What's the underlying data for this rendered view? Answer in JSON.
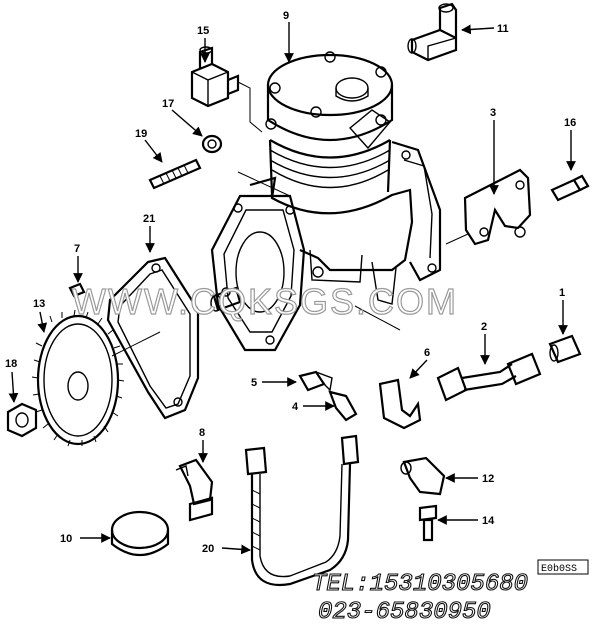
{
  "callouts": {
    "c1": "1",
    "c2": "2",
    "c3": "3",
    "c4": "4",
    "c5": "5",
    "c6": "6",
    "c7": "7",
    "c8": "8",
    "c9": "9",
    "c10": "10",
    "c11": "11",
    "c12": "12",
    "c13": "13",
    "c14": "14",
    "c15": "15",
    "c16": "16",
    "c17": "17",
    "c18": "18",
    "c19": "19",
    "c20": "20",
    "c21": "21"
  },
  "figure_code": "E0b0SS",
  "watermark": {
    "site": "WWW.CQKSGS.COM",
    "phone": "TEL:15310305680",
    "landline": "023-65830950"
  }
}
